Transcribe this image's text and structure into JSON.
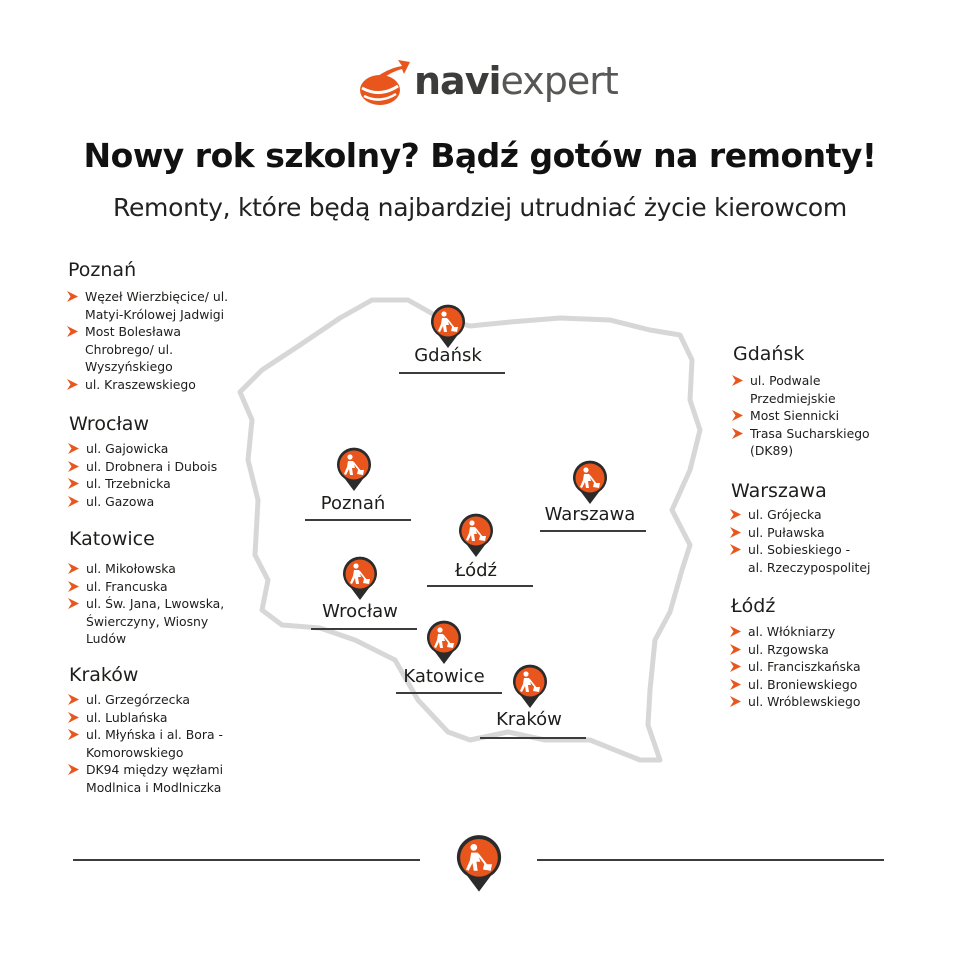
{
  "brand": {
    "bold": "navi",
    "light": "expert"
  },
  "header": {
    "title": "Nowy rok szkolny? Bądź gotów na remonty!",
    "subtitle": "Remonty, które będą najbardziej utrudniać życie kierowcom"
  },
  "colors": {
    "accent": "#e8561d",
    "map_outline": "#d7d7d7",
    "line": "#3c3c3b"
  },
  "icons": {
    "pin": "roadworks-pin-icon",
    "list_marker": "chevron-right-icon"
  },
  "left_groups": [
    {
      "city": "Poznań",
      "items": [
        "Węzeł Wierzbięcice/ ul.\nMatyi-Królowej Jadwigi",
        "Most Bolesława\nChrobrego/ ul.\nWyszyńskiego",
        "ul. Kraszewskiego"
      ]
    },
    {
      "city": "Wrocław",
      "items": [
        "ul. Gajowicka",
        "ul. Drobnera i Dubois",
        "ul. Trzebnicka",
        "ul. Gazowa"
      ]
    },
    {
      "city": "Katowice",
      "items": [
        "ul. Mikołowska",
        "ul. Francuska",
        "ul. Św. Jana, Lwowska,\nŚwierczyny, Wiosny\nLudów"
      ]
    },
    {
      "city": "Kraków",
      "items": [
        "ul. Grzegórzecka",
        "ul. Lublańska",
        "ul. Młyńska i al. Bora -\nKomorowskiego",
        "DK94 między węzłami\nModlnica i Modlniczka"
      ]
    }
  ],
  "right_groups": [
    {
      "city": "Gdańsk",
      "items": [
        "ul. Podwale\nPrzedmiejskie",
        "Most Siennicki",
        "Trasa Sucharskiego\n(DK89)"
      ]
    },
    {
      "city": "Warszawa",
      "items": [
        "ul. Grójecka",
        "ul. Puławska",
        "ul. Sobieskiego -\nal. Rzeczypospolitej"
      ]
    },
    {
      "city": "Łódź",
      "items": [
        "al. Włókniarzy",
        "ul. Rzgowska",
        "ul. Franciszkańska",
        "ul. Broniewskiego",
        "ul. Wróblewskiego"
      ]
    }
  ],
  "map_cities": [
    "Gdańsk",
    "Poznań",
    "Warszawa",
    "Łódź",
    "Wrocław",
    "Katowice",
    "Kraków"
  ]
}
